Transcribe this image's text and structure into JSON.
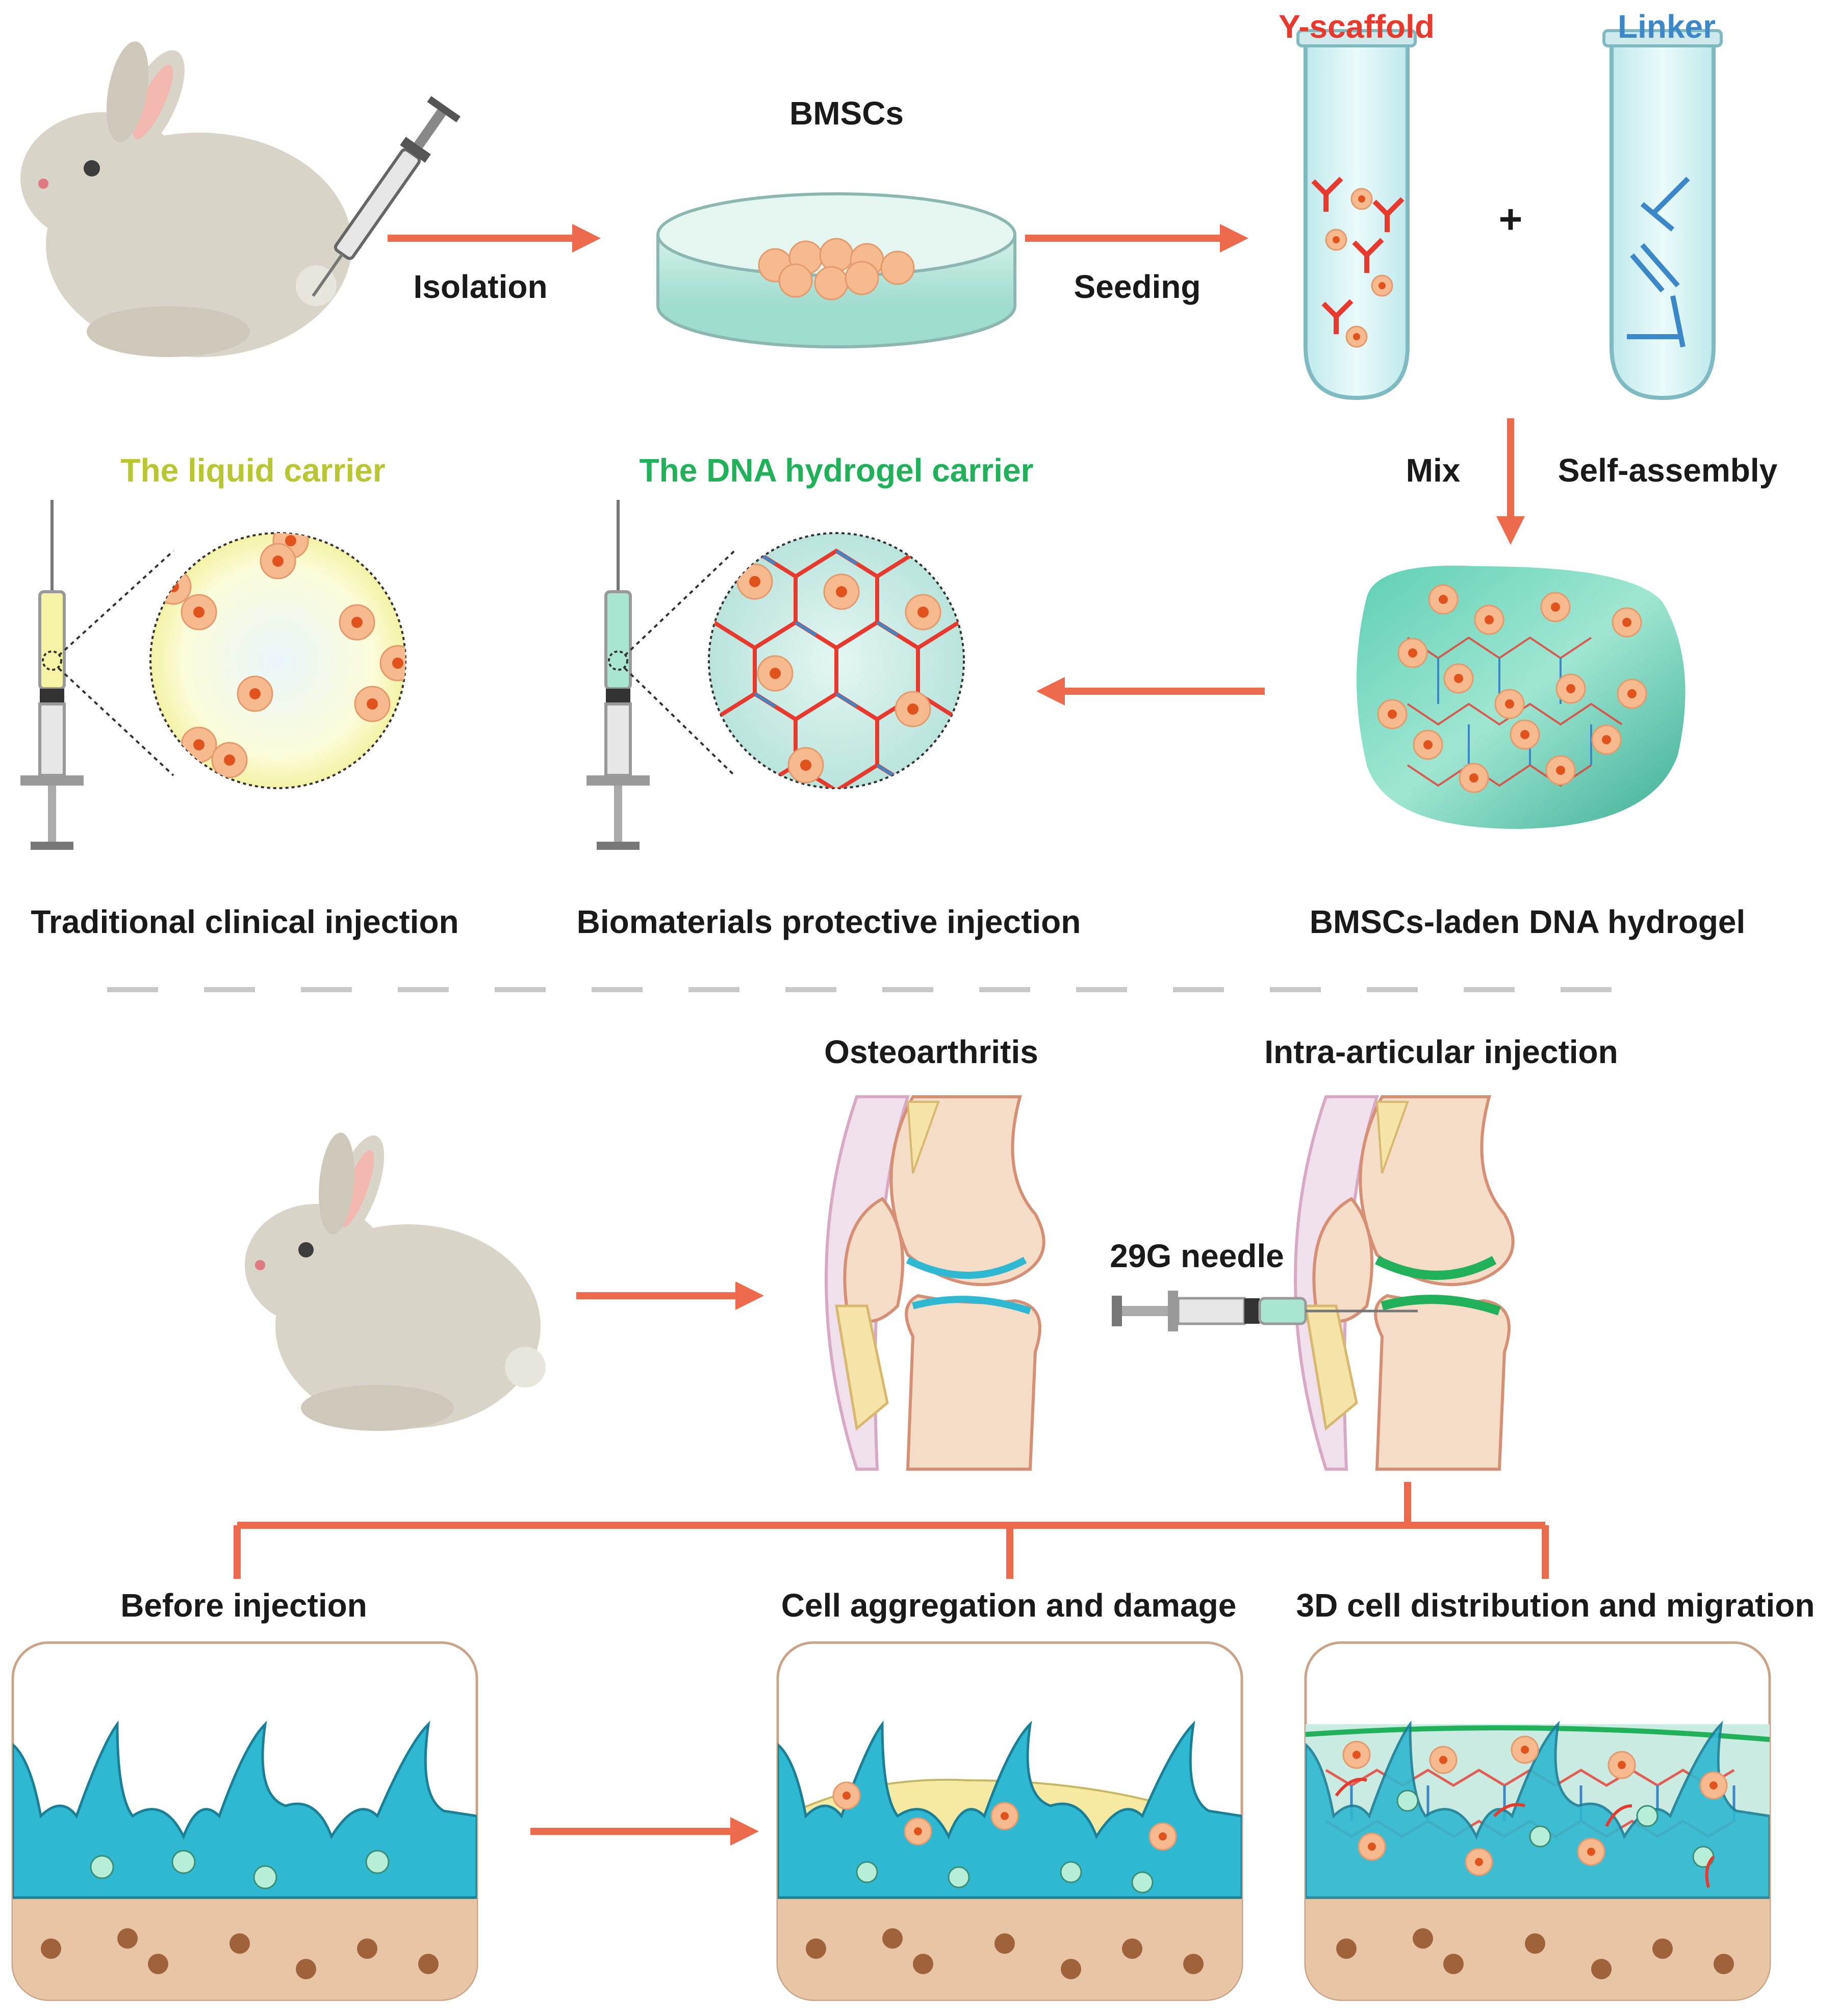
{
  "figure": {
    "labels": {
      "bmscs": "BMSCs",
      "y_scaffold": "Y-scaffold",
      "linker": "Linker",
      "plus": "+",
      "isolation": "Isolation",
      "seeding": "Seeding",
      "mix": "Mix",
      "self_assembly": "Self-assembly",
      "liquid_carrier": "The liquid carrier",
      "dna_hydrogel_carrier": "The DNA hydrogel carrier",
      "traditional_injection": "Traditional clinical injection",
      "biomaterials_injection": "Biomaterials protective injection",
      "bmscs_laden_hydrogel": "BMSCs-laden DNA hydrogel",
      "osteoarthritis": "Osteoarthritis",
      "intra_articular": "Intra-articular injection",
      "needle_29g": "29G needle",
      "before_injection": "Before injection",
      "cell_aggregation": "Cell aggregation and damage",
      "cell_distribution": "3D cell distribution and migration"
    },
    "colors": {
      "arrow": "#ee6a4c",
      "scaffold_red": "#e8392f",
      "linker_blue": "#3b87c8",
      "liquid_yellow": "#b8c631",
      "hydrogel_green": "#21b15a",
      "cartilage_cyan": "#2fb8d1",
      "cell_orange": "#f7b98e",
      "cell_core": "#e0531d",
      "bone_beige": "#f4dcc6",
      "rabbit_gray": "#d8d4c8"
    },
    "icons": [
      "rabbit-icon",
      "syringe-icon",
      "petri-dish-icon",
      "test-tube-icon",
      "hydrogel-blob-icon",
      "knee-joint-icon",
      "cartilage-panel-icon"
    ]
  }
}
